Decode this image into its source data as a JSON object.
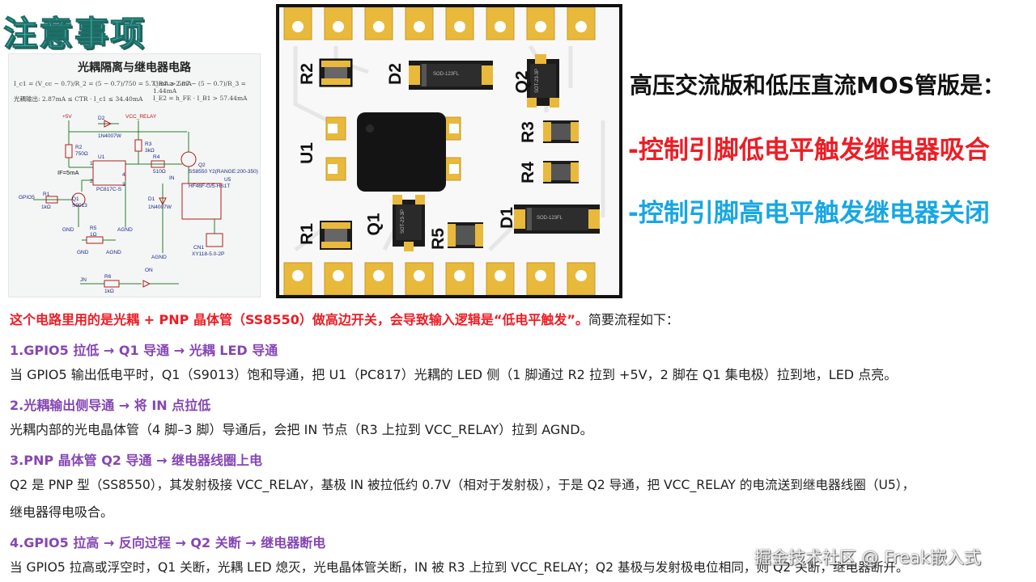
{
  "page_title": "注意事项",
  "schematic": {
    "title": "光耦隔离与继电器电路",
    "eq1": "I_c1 = (V_cc − 0.7)/R_2 = (5 − 0.7)/750 = 5.73mA > 5mA",
    "eq2": "I_R4 ≥ 2.87 − (5 − 0.7)/R_3 = 1.44mA",
    "eq3": "光耦输出: 2.87mA ≤ CTR · I_c1 ≤ 34.40mA",
    "eq4": "I_E2 = h_FE · I_B1 > 57.44mA",
    "labels": {
      "p5v": "+5V",
      "vcc_relay": "VCC_RELAY",
      "d2": "D2",
      "d2_part": "1N4007W",
      "r2": "R2",
      "r2_val": "750Ω",
      "r3": "R3",
      "r3_val": "3kΩ",
      "r4": "R4",
      "r4_val": "510Ω",
      "q2": "Q2",
      "q2_part": "SS8550 Y2(RANGE:200-350)",
      "u1": "U1",
      "u1_part": "PC817C-S",
      "if": "IF=5mA",
      "in": "IN",
      "u5": "U5",
      "u5_part": "HF46F-G/5-HS1T",
      "d1": "D1",
      "d1_part": "1N4007W",
      "gpio5": "GPIO5",
      "r1": "R1",
      "r1_val": "1kΩ",
      "q1": "Q1",
      "q1_part": "S9013",
      "gnd1": "GND",
      "gnd2": "GND",
      "agnd1": "AGND",
      "agnd2": "AGND",
      "agnd3": "AGND",
      "r5": "R5",
      "r5_val": "1Ω",
      "cn1": "CN1",
      "cn1_part": "XY118-5.0-2P",
      "on": "ON",
      "jn": "JN",
      "r6": "R6",
      "r6_val": "1kΩ",
      "pin4": "4",
      "pin1": "1",
      "pin3": "3",
      "pin2": "2"
    }
  },
  "pcb": {
    "silkscreen": {
      "r2": "R2",
      "d2": "D2",
      "q2": "Q2",
      "u1": "U1",
      "r3": "R3",
      "r4": "R4",
      "r1": "R1",
      "q1": "Q1",
      "r5": "R5",
      "d1": "D1"
    },
    "part_tags": {
      "d2": "SOD-123FL",
      "d1": "SOD-123FL",
      "q2": "SOT-23-3P",
      "q1": "SOT-23-3P"
    }
  },
  "right_panel": {
    "headline": "高压交流版和低压直流MOS管版是：",
    "low_trigger": "-控制引脚低电平触发继电器吸合",
    "high_trigger": "-控制引脚高电平触发继电器关闭"
  },
  "body": {
    "intro_red": "这个电路里用的是光耦 + PNP 晶体管（SS8550）做高边开关，会导致输入逻辑是“低电平触发”。",
    "intro_rest": "简要流程如下：",
    "step1_title": "1.GPIO5 拉低 → Q1 导通 → 光耦 LED 导通",
    "step1_text": "当 GPIO5 输出低电平时，Q1（S9013）饱和导通，把 U1（PC817）光耦的 LED 侧（1 脚通过 R2 拉到 +5V，2 脚在 Q1 集电极）拉到地，LED 点亮。",
    "step2_title": "2.光耦输出侧导通 → 将 IN 点拉低",
    "step2_text": "光耦内部的光电晶体管（4 脚–3 脚）导通后，会把 IN 节点（R3 上拉到 VCC_RELAY）拉到 AGND。",
    "step3_title": "3.PNP 晶体管 Q2 导通 → 继电器线圈上电",
    "step3_text1": "Q2 是 PNP 型（SS8550），其发射极接 VCC_RELAY，基极 IN 被拉低约 0.7V（相对于发射极），于是 Q2 导通，把 VCC_RELAY 的电流送到继电器线圈（U5），",
    "step3_text2": "继电器得电吸合。",
    "step4_title": "4.GPIO5 拉高 → 反向过程 → Q2 关断 → 继电器断电",
    "step4_text": "当 GPIO5 拉高或浮空时，Q1 关断，光耦 LED 熄灭，光电晶体管关断，IN 被 R3 上拉到 VCC_RELAY；Q2 基极与发射极电位相同，则 Q2 关断，继电器断开。"
  },
  "watermark": "掘金技术社区 @ Freak嵌入式"
}
